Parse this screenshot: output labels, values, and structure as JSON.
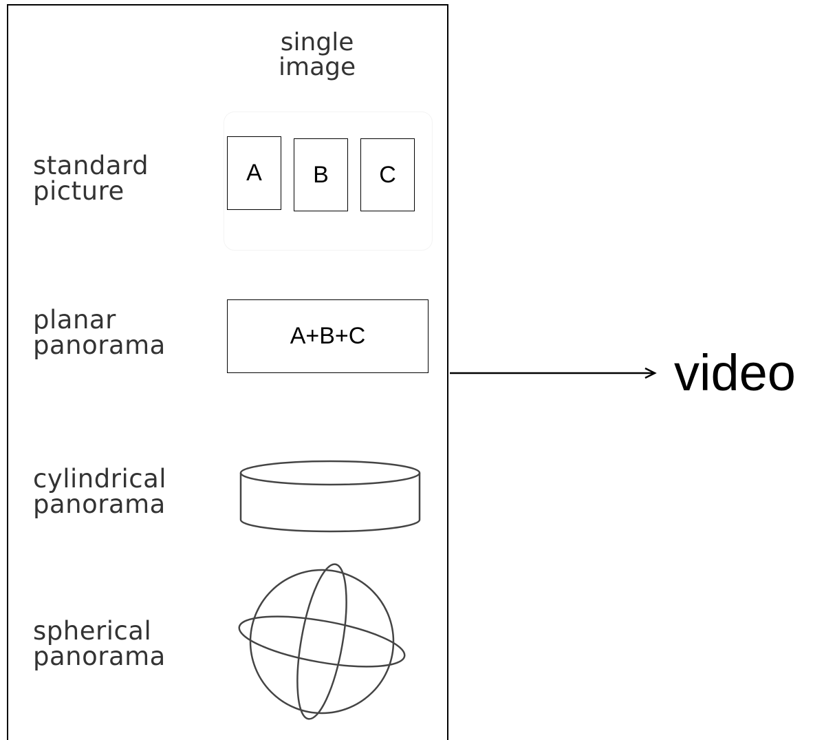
{
  "header": {
    "line1": "single",
    "line2": "image"
  },
  "rows": [
    {
      "line1": "standard",
      "line2": "picture"
    },
    {
      "line1": "planar",
      "line2": "panorama"
    },
    {
      "line1": "cylindrical",
      "line2": "panorama"
    },
    {
      "line1": "spherical",
      "line2": "panorama"
    }
  ],
  "standard_boxes": [
    "A",
    "B",
    "C"
  ],
  "planar_box": "A+B+C",
  "output": "video"
}
